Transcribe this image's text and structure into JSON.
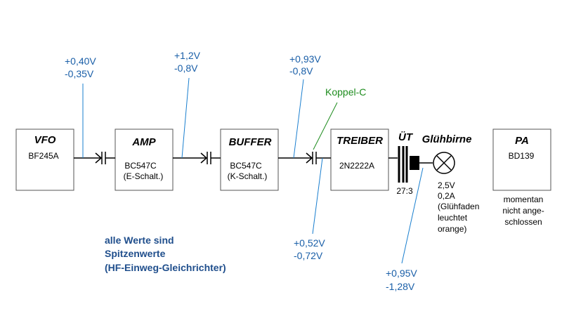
{
  "blocks": {
    "vfo": {
      "title": "VFO",
      "part": "BF245A",
      "note": ""
    },
    "amp": {
      "title": "AMP",
      "part": "BC547C",
      "note": "(E-Schalt.)"
    },
    "buffer": {
      "title": "BUFFER",
      "part": "BC547C",
      "note": "(K-Schalt.)"
    },
    "treiber": {
      "title": "TREIBER",
      "part": "2N2222A",
      "note": ""
    },
    "pa": {
      "title": "PA",
      "part": "BD139",
      "note": ""
    }
  },
  "measurements": {
    "m1": {
      "pos": "+0,40V",
      "neg": "-0,35V"
    },
    "m2": {
      "pos": "+1,2V",
      "neg": "-0,8V"
    },
    "m3": {
      "pos": "+0,93V",
      "neg": "-0,8V"
    },
    "m4": {
      "pos": "+0,52V",
      "neg": "-0,72V"
    },
    "m5": {
      "pos": "+0,95V",
      "neg": "-1,28V"
    }
  },
  "koppel_label": "Koppel-C",
  "transformer": {
    "label": "ÜT",
    "ratio": "27:3"
  },
  "lamp": {
    "title": "Glühbirne",
    "specs": [
      "2,5V",
      "0,2A",
      "(Glühfaden",
      "leuchtet",
      "orange)"
    ]
  },
  "pa_note": [
    "momentan",
    "nicht ange-",
    "schlossen"
  ],
  "footnote": [
    "alle Werte sind",
    "Spitzenwerte",
    "(HF-Einweg-Gleichrichter)"
  ],
  "colors": {
    "measure": "#1a5fa8",
    "koppel": "#1e8c1e",
    "footnote": "#1f4e8c"
  }
}
